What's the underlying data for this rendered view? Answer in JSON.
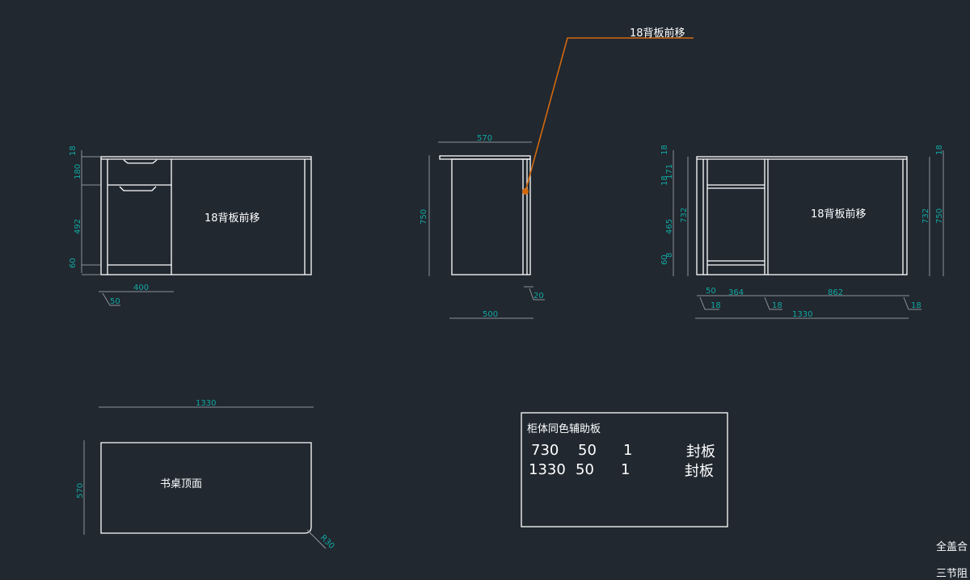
{
  "front": {
    "label": "18背板前移",
    "dims": {
      "d18": "18",
      "d180": "180",
      "d492": "492",
      "d60": "60",
      "d400": "400",
      "d50": "50"
    }
  },
  "side": {
    "leader_label": "18背板前移",
    "dims": {
      "d570": "570",
      "d750": "750",
      "d500": "500",
      "d20": "20"
    }
  },
  "right": {
    "label": "18背板前移",
    "dims": {
      "d18a": "18",
      "d171": "171",
      "d18b": "18",
      "d465": "465",
      "d60": "60",
      "d732": "732",
      "d732b": "732",
      "d750": "750",
      "d18top": "18",
      "d8": "8",
      "d50": "50",
      "d364": "364",
      "d862": "862",
      "d18c": "18",
      "d18d": "18",
      "d18e": "18",
      "d1330": "1330"
    }
  },
  "top_view": {
    "label": "书桌顶面",
    "dims": {
      "width": "1330",
      "depth": "570",
      "radius": "R30"
    }
  },
  "note_table": {
    "title": "柜体同色辅助板",
    "rows": [
      {
        "length": "730",
        "width": "50",
        "qty": "1",
        "note": "封板"
      },
      {
        "length": "1330",
        "width": "50",
        "qty": "1",
        "note": "封板"
      }
    ]
  },
  "side_notes": {
    "line1": "全盖合",
    "line2": "三节阻"
  }
}
